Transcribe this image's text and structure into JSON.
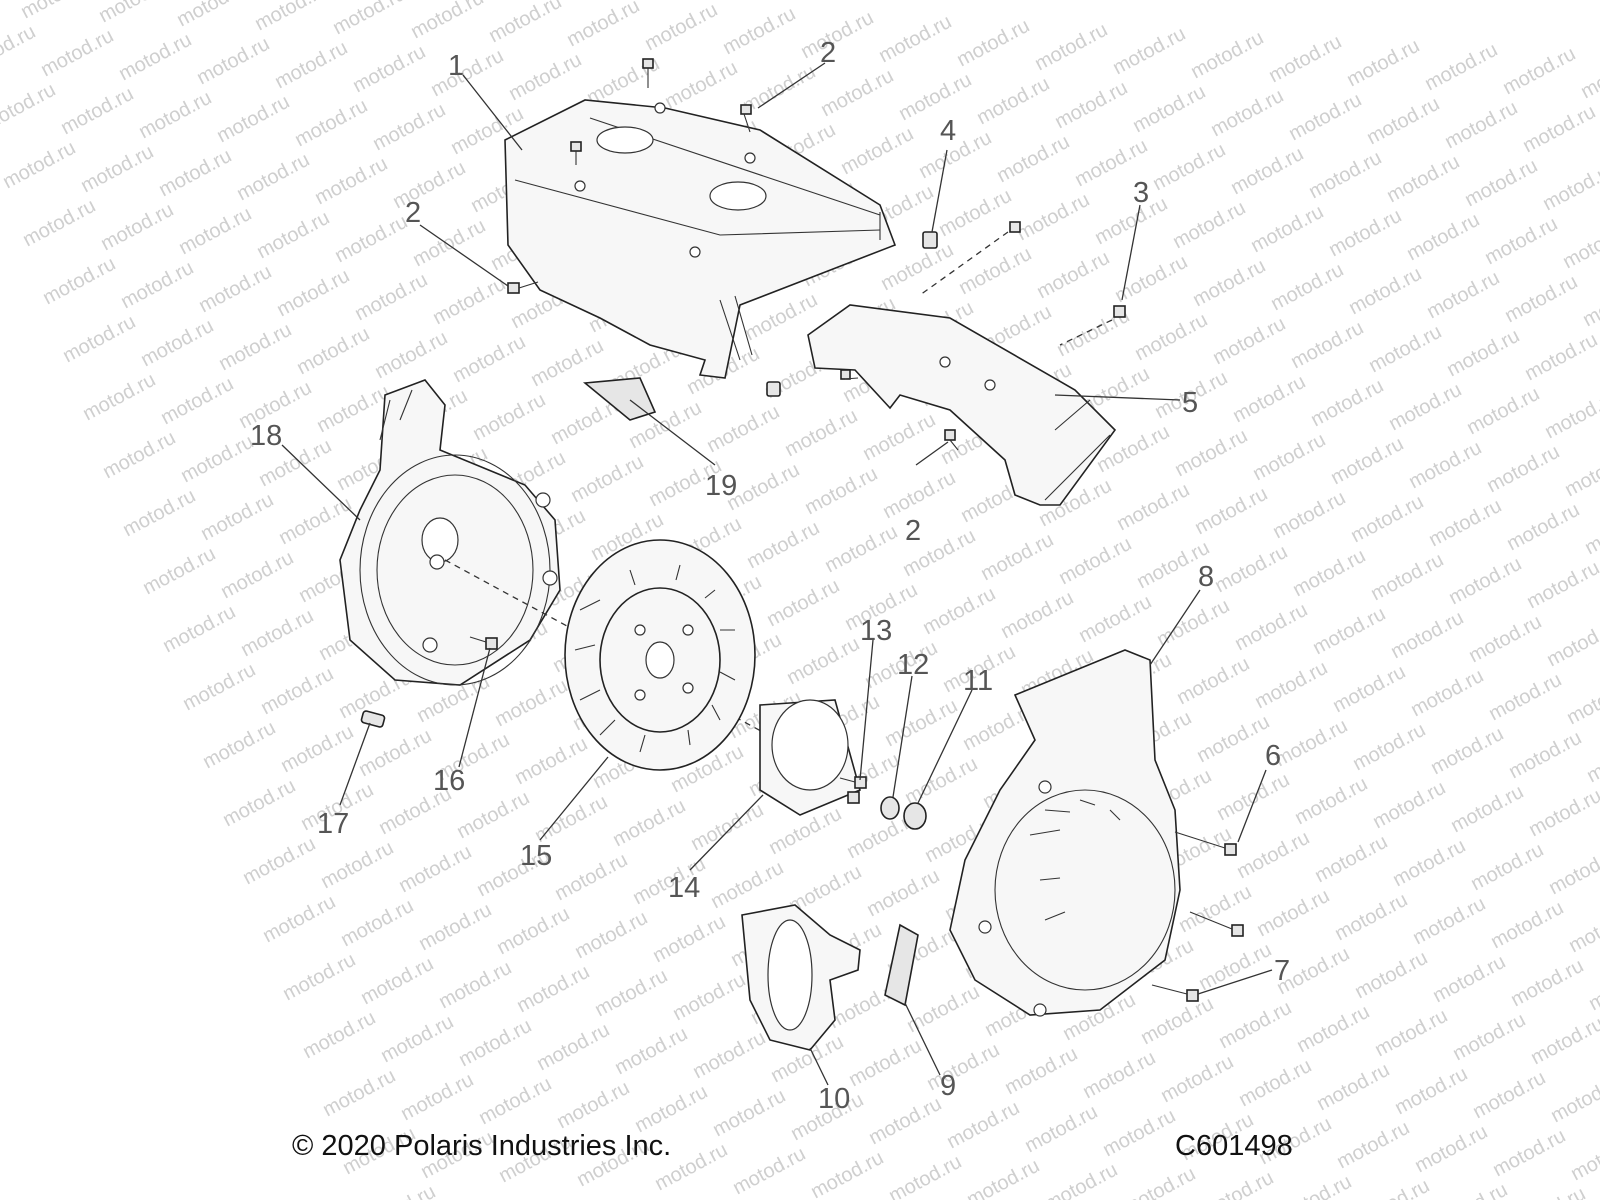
{
  "watermark": {
    "text": "motod.ru"
  },
  "callouts": [
    {
      "id": "1",
      "label": "1"
    },
    {
      "id": "2a",
      "label": "2"
    },
    {
      "id": "2b",
      "label": "2"
    },
    {
      "id": "2c",
      "label": "2"
    },
    {
      "id": "3",
      "label": "3"
    },
    {
      "id": "4",
      "label": "4"
    },
    {
      "id": "5",
      "label": "5"
    },
    {
      "id": "6",
      "label": "6"
    },
    {
      "id": "7",
      "label": "7"
    },
    {
      "id": "8",
      "label": "8"
    },
    {
      "id": "9",
      "label": "9"
    },
    {
      "id": "10",
      "label": "10"
    },
    {
      "id": "11",
      "label": "11"
    },
    {
      "id": "12",
      "label": "12"
    },
    {
      "id": "13",
      "label": "13"
    },
    {
      "id": "14",
      "label": "14"
    },
    {
      "id": "15",
      "label": "15"
    },
    {
      "id": "16",
      "label": "16"
    },
    {
      "id": "17",
      "label": "17"
    },
    {
      "id": "18",
      "label": "18"
    },
    {
      "id": "19",
      "label": "19"
    }
  ],
  "footer": {
    "copyright": "© 2020 Polaris Industries Inc.",
    "code": "C601498"
  }
}
